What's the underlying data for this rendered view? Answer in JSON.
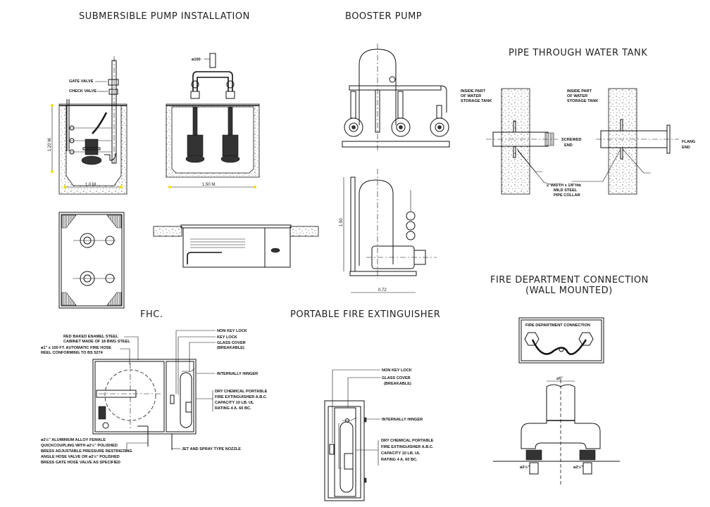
{
  "sheet": {
    "sections": {
      "submersible": {
        "title": "SUBMERSIBLE PUMP INSTALLATION",
        "labels": {
          "gate_valve": "GATE VALVE",
          "check_valve": "CHECK VALVE",
          "pipe_dia": "ø100"
        },
        "dims": {
          "depth": "1.20 M.",
          "width_single": "1.0 M.",
          "width_double": "1.50 M."
        }
      },
      "booster": {
        "title": "BOOSTER PUMP",
        "dims": {
          "height": "1.50",
          "width": "0.72"
        }
      },
      "pipe_tank": {
        "title": "PIPE THROUGH WATER TANK",
        "labels": {
          "inside_part_1": "INSIDE PART",
          "inside_part_2": "OF WATER",
          "inside_part_3": "STORAGE TANK",
          "screwed_1": "SCREWED",
          "screwed_2": "END",
          "flange_1": "FLANG",
          "flange_2": "END",
          "collar_1": "2\"WIDTH x 1/8\"thk",
          "collar_2": "MILD STEEL",
          "collar_3": "PIPE COLLAR"
        }
      },
      "fdc": {
        "title_1": "FIRE DEPARTMENT CONNECTION",
        "title_2": "(WALL MOUNTED)",
        "plate_label": "FIRE DEPARTMENT CONNECTION",
        "dims": {
          "pipe_dia": "ø6\"",
          "inlet_left": "ø2½\"",
          "inlet_right": "ø2½\""
        }
      },
      "fhc": {
        "title": "FHC.",
        "labels": {
          "cabinet_1": "RED BAKED ENAMEL STEEL",
          "cabinet_2": "CABINET MADE OF 18 BWG STEEL",
          "hose_1": "ø1\" x 100 FT. AUTOMATIC FIRE HOSE",
          "hose_2": "REEL CONFORMING TO BS 5274",
          "non_key_lock": "NON KEY LOCK",
          "key_lock": "KEY LOCK",
          "glass_1": "GLASS COVER",
          "glass_2": "(BREAKABLE)",
          "hinge": "INTERNALLY HINGER",
          "ext_1": "DRY CHEMICAL PORTABLE",
          "ext_2": "FIRE EXTINGUISHER A.B.C.",
          "ext_3": "CAPACITY 10 LB. UL",
          "ext_4": "RATING 4 A. 60 BC.",
          "nozzle": "JET AND SPRAY TYPE NOZZLE",
          "valve_1": "ø2½\" ALUMINIUM ALLOY FEMALE",
          "valve_2": "QUICKCOUPLING WITH ø2½\" POLISHED",
          "valve_3": "BRESS ADJUSTABLE PRESSURE RESTRICTING",
          "valve_4": "ANGLE HOSE VALVE OR ø2½\" POLISHED",
          "valve_5": "BRESS GATE HOSE VALVE AS SPECIFIED"
        }
      },
      "pfe": {
        "title": "PORTABLE FIRE EXTINGUISHER",
        "labels": {
          "non_key_lock": "NON KEY LOCK",
          "glass_1": "GLASS COVER",
          "glass_2": "(BREAKABLE)",
          "hinge": "INTERNALLY HINGER",
          "ext_1": "DRY CHEMICAL PORTABLE",
          "ext_2": "FIRE EXTINGUISHER A.B.C.",
          "ext_3": "CAPACITY 10 LB. UL",
          "ext_4": "RATING 4 A. 60 BC."
        }
      }
    }
  }
}
